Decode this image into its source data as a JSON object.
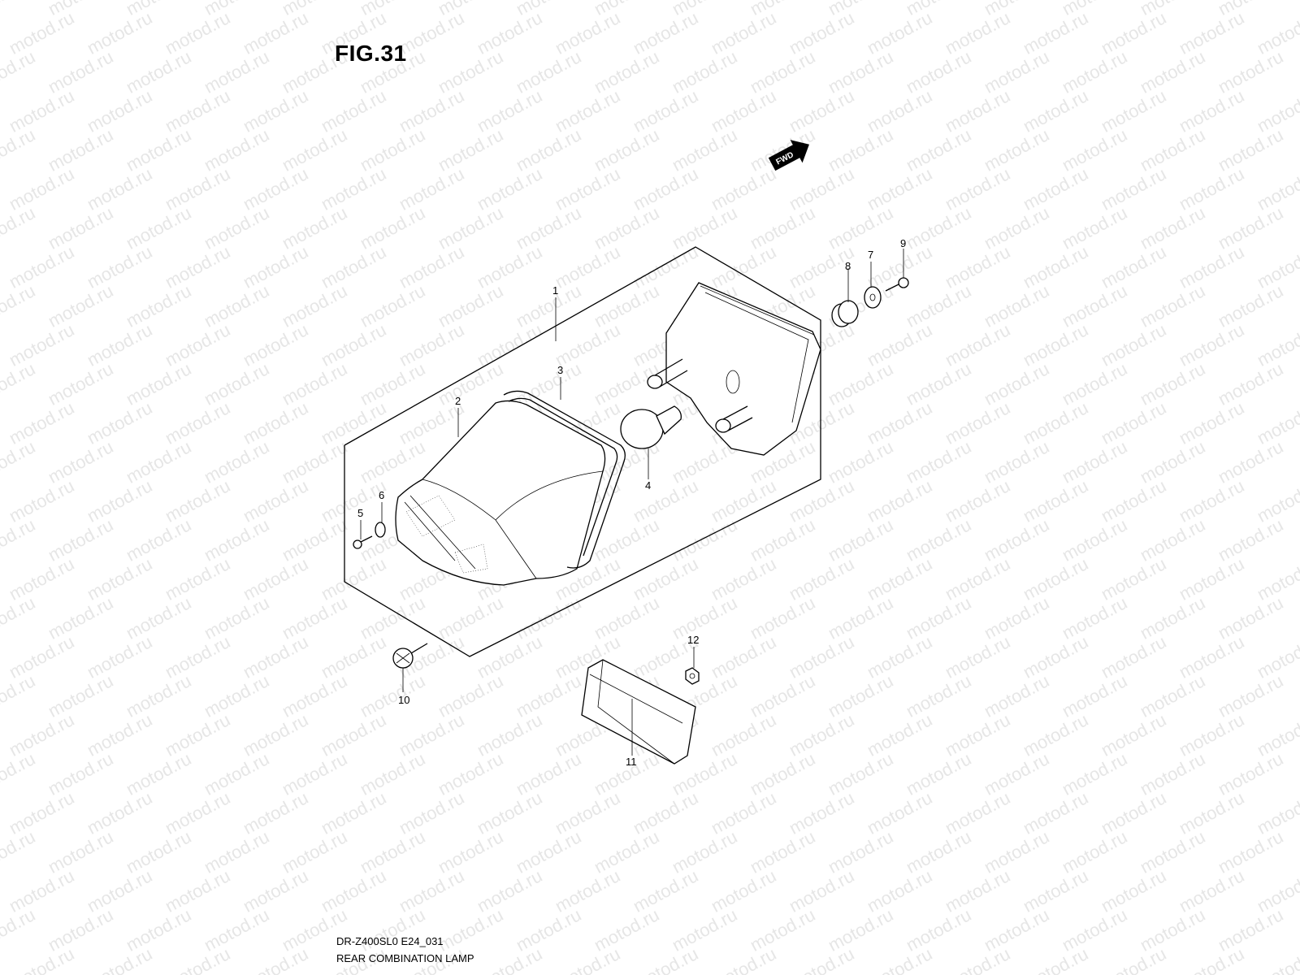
{
  "figure": {
    "title": "FIG.31"
  },
  "footer": {
    "model_code": "DR-Z400SL0 E24_031",
    "caption": "REAR COMBINATION LAMP"
  },
  "watermark": {
    "text": "motod.ru"
  },
  "direction": {
    "label": "FWD"
  },
  "callouts": [
    "1",
    "2",
    "3",
    "4",
    "5",
    "6",
    "7",
    "8",
    "9",
    "10",
    "11",
    "12"
  ]
}
